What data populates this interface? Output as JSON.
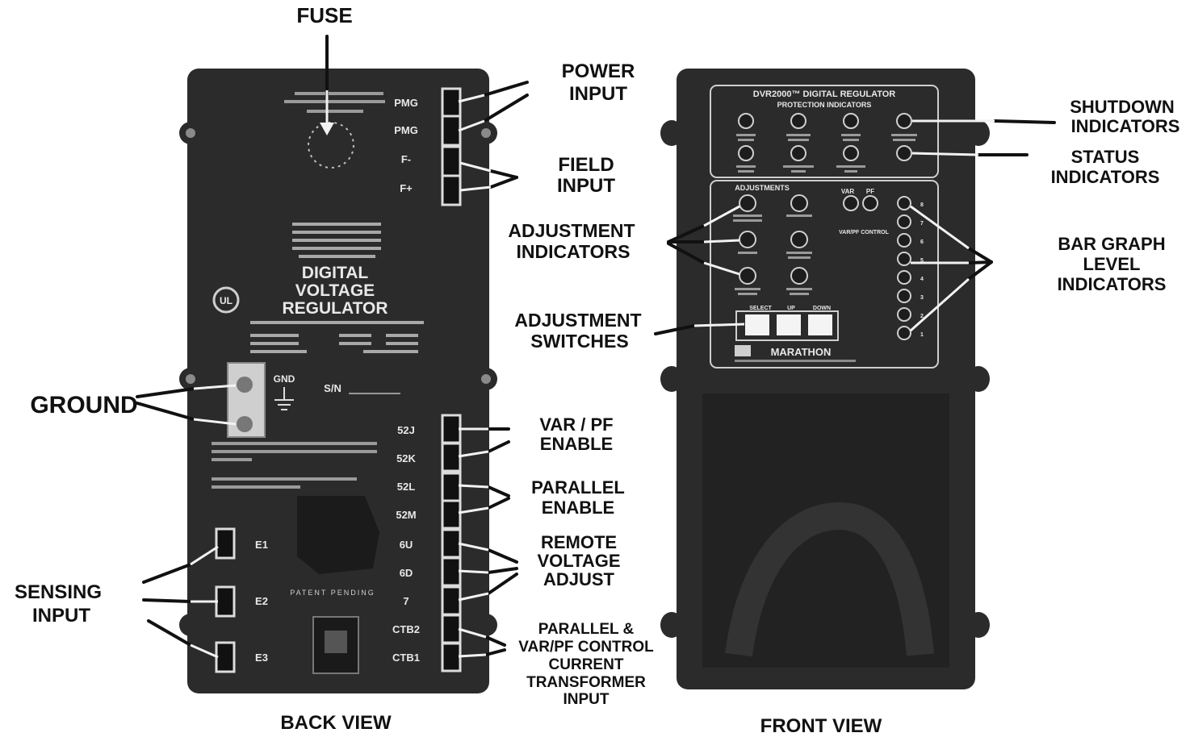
{
  "back_view": {
    "title": "BACK VIEW",
    "top_terminals": [
      "PMG",
      "PMG",
      "F-",
      "F+"
    ],
    "bottom_terminals": [
      "52J",
      "52K",
      "52L",
      "52M",
      "6U",
      "6D",
      "7",
      "CTB2",
      "CTB1"
    ],
    "sensing_terminals": [
      "E1",
      "E2",
      "E3"
    ],
    "panel_title_lines": [
      "DIGITAL",
      "VOLTAGE",
      "REGULATOR"
    ],
    "ground_text": "GND",
    "serial_text": "S/N",
    "patent_text": "PATENT PENDING"
  },
  "front_view": {
    "title": "FRONT VIEW",
    "header_line1": "DVR2000™ DIGITAL REGULATOR",
    "header_line2": "PROTECTION INDICATORS",
    "adjustments_label": "ADJUSTMENTS",
    "varpf_labels": [
      "VAR",
      "PF"
    ],
    "varpf_control": "VAR/PF CONTROL",
    "switch_labels": [
      "SELECT",
      "UP",
      "DOWN"
    ],
    "brand": "MARATHON",
    "bar_numbers": [
      "8",
      "7",
      "6",
      "5",
      "4",
      "3",
      "2",
      "1"
    ]
  },
  "callouts": {
    "fuse": "FUSE",
    "power_input": [
      "POWER",
      "INPUT"
    ],
    "field_input": [
      "FIELD",
      "INPUT"
    ],
    "ground": "GROUND",
    "sensing_input": [
      "SENSING",
      "INPUT"
    ],
    "var_pf_enable": [
      "VAR / PF",
      "ENABLE"
    ],
    "parallel_enable": [
      "PARALLEL",
      "ENABLE"
    ],
    "remote_voltage_adjust": [
      "REMOTE",
      "VOLTAGE",
      "ADJUST"
    ],
    "ct_input": [
      "PARALLEL &",
      "VAR/PF CONTROL",
      "CURRENT",
      "TRANSFORMER",
      "INPUT"
    ],
    "adjustment_indicators": [
      "ADJUSTMENT",
      "INDICATORS"
    ],
    "adjustment_switches": [
      "ADJUSTMENT",
      "SWITCHES"
    ],
    "shutdown_indicators": [
      "SHUTDOWN",
      "INDICATORS"
    ],
    "status_indicators": [
      "STATUS",
      "INDICATORS"
    ],
    "bar_graph": [
      "BAR GRAPH",
      "LEVEL",
      "INDICATORS"
    ]
  }
}
